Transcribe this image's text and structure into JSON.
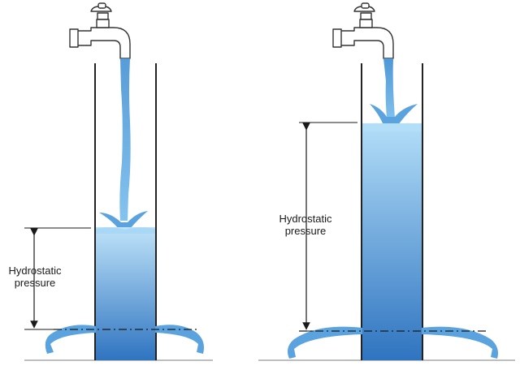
{
  "diagram": {
    "left_label": {
      "line1": "Hydrostatic",
      "line2": "pressure"
    },
    "right_label": {
      "line1": "Hydrostatic",
      "line2": "pressure"
    }
  },
  "colors": {
    "water_top": "#a9d8f6",
    "water_bottom": "#2f74c0",
    "stream": "#5aa3de",
    "tube": "#222222",
    "faucet": "#ffffff",
    "ground": "#9a9a9a"
  }
}
